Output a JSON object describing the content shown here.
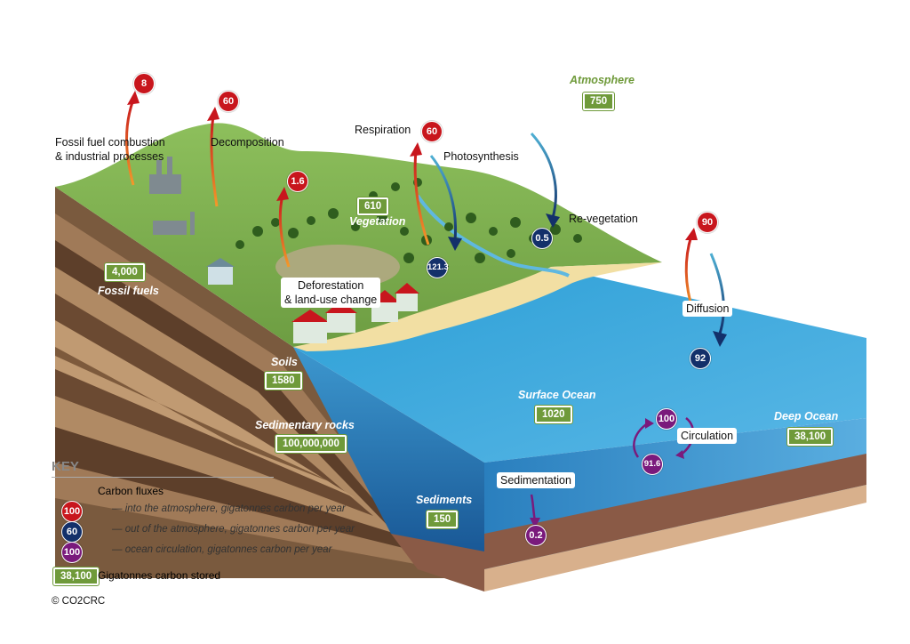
{
  "labels": {
    "fossil_fuel_combustion": [
      "Fossil fuel combustion",
      "& industrial processes"
    ],
    "decomposition": "Decomposition",
    "respiration": "Respiration",
    "photosynthesis": "Photosynthesis",
    "re_vegetation": "Re-vegetation",
    "deforestation": [
      "Deforestation",
      "& land-use change"
    ],
    "diffusion": "Diffusion",
    "circulation": "Circulation",
    "sedimentation": "Sedimentation"
  },
  "regions": {
    "atmosphere": "Atmosphere",
    "vegetation": "Vegetation",
    "fossil_fuels": "Fossil fuels",
    "soils": "Soils",
    "sedimentary_rocks": "Sedimentary rocks",
    "surface_ocean": "Surface Ocean",
    "deep_ocean": "Deep Ocean",
    "sediments": "Sediments"
  },
  "stores": {
    "atmosphere": "750",
    "vegetation": "610",
    "fossil_fuels": "4,000",
    "soils": "1580",
    "sedimentary_rocks": "100,000,000",
    "surface_ocean": "1020",
    "deep_ocean": "38,100",
    "sediments": "150"
  },
  "fluxes": {
    "fossil_fuel": "8",
    "decomposition": "60",
    "deforestation": "1.6",
    "respiration": "60",
    "photosynthesis": "121.3",
    "re_vegetation": "0.5",
    "ocean_out": "90",
    "ocean_in": "92",
    "circulation_up": "100",
    "circulation_down": "91.6",
    "sedimentation": "0.2"
  },
  "key": {
    "title": "KEY",
    "heading": "Carbon fluxes",
    "into": {
      "value": "100",
      "text": "— into the atmosphere, gigatonnes carbon  per year"
    },
    "out_of": {
      "value": "60",
      "text": "— out of the atmosphere, gigatonnes carbon per year"
    },
    "ocean": {
      "value": "100",
      "text": "— ocean circulation, gigatonnes carbon per year"
    },
    "stored": {
      "value": "38,100",
      "text": "Gigatonnes carbon stored"
    }
  },
  "colors": {
    "flux_into": "#c8161d",
    "flux_out": "#13306a",
    "flux_ocean": "#7a1a7c",
    "store_green": "#6f9a3a"
  },
  "copyright": "© CO2CRC"
}
